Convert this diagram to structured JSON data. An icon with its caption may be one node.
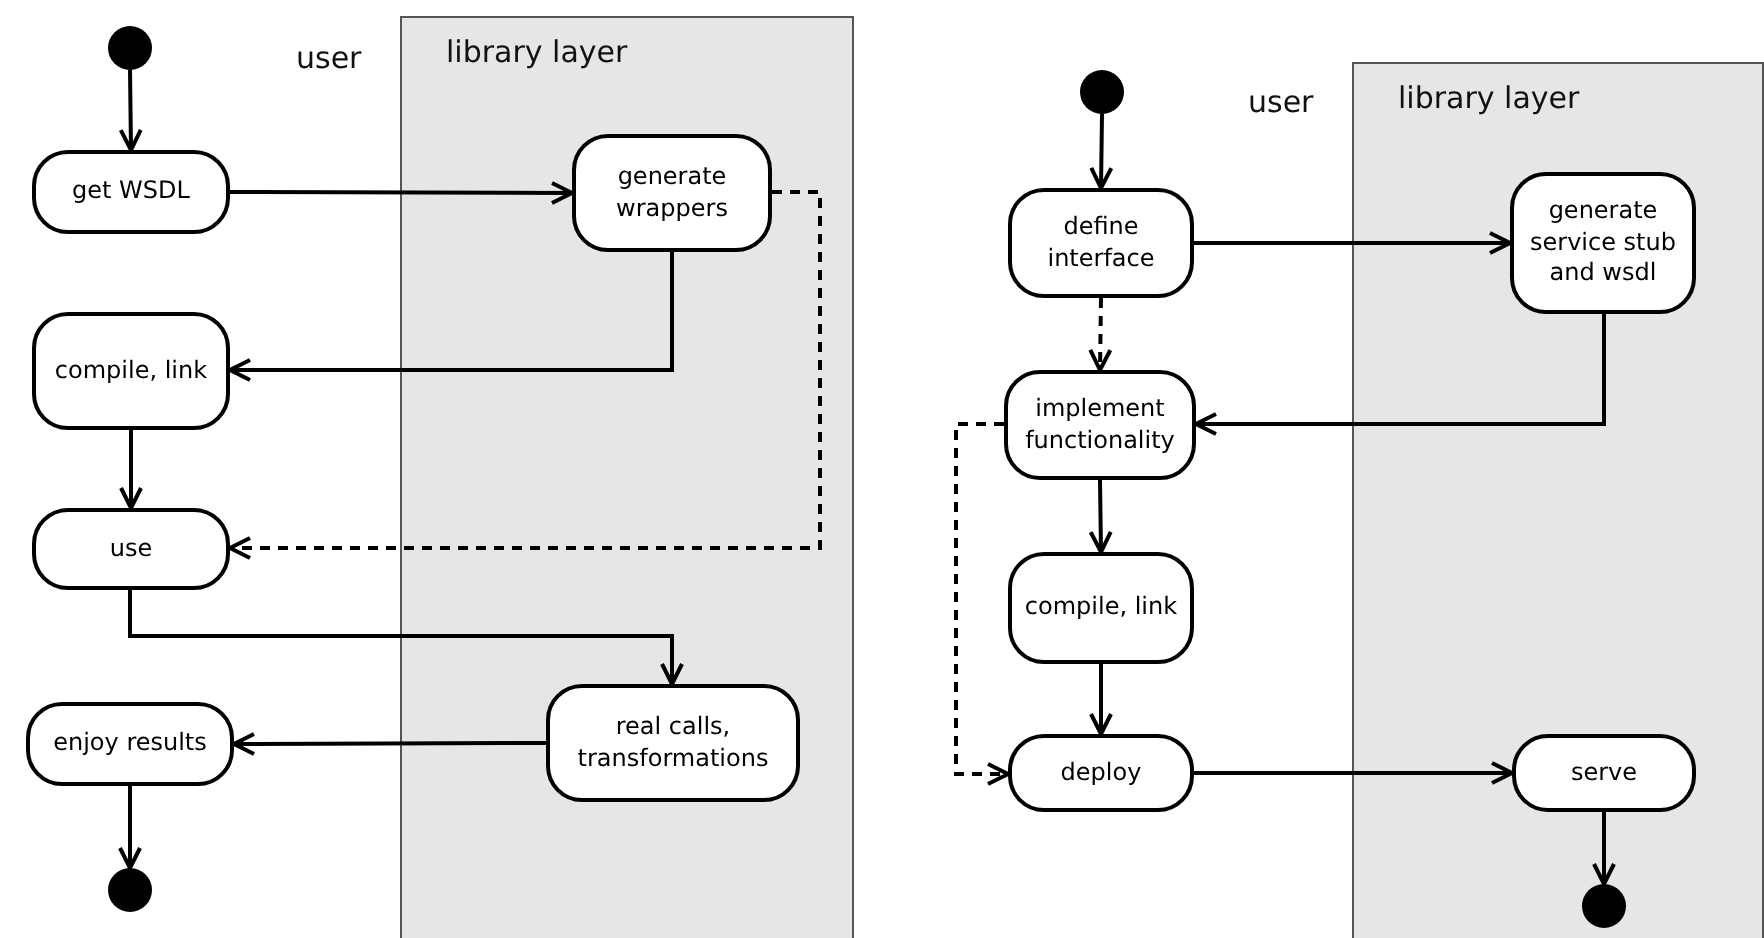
{
  "diagram": {
    "nodes": [
      {
        "text": [],
        "shape": "circle"
      },
      {
        "text": [
          "library layer"
        ]
      },
      {
        "text": [
          "get WSDL"
        ]
      },
      {
        "text": [
          "generate wrappers"
        ],
        "in": 1
      },
      {
        "text": [
          "compile, link"
        ]
      },
      {
        "text": [
          "use"
        ]
      },
      {
        "text": [
          "real calls, transformations"
        ],
        "in": 1
      },
      {
        "text": [
          "enjoy results"
        ]
      },
      {
        "text": [],
        "shape": "circle"
      },
      {
        "text": [],
        "shape": "circle"
      },
      {
        "text": [
          "library layer"
        ]
      },
      {
        "text": [
          "define interface"
        ]
      },
      {
        "text": [
          "generate service stub and wsdl"
        ],
        "in": 10
      },
      {
        "text": [
          "implement functionality"
        ]
      },
      {
        "text": [
          "compile, link"
        ]
      },
      {
        "text": [
          "deploy"
        ]
      },
      {
        "text": [
          "serve"
        ],
        "in": 10
      },
      {
        "text": [],
        "shape": "circle",
        "in": 10
      }
    ],
    "edges": [
      {
        "from": 0,
        "to": 2,
        "arrow": "to"
      },
      {
        "from": 2,
        "to": 3,
        "arrow": "to"
      },
      {
        "from": 3,
        "to": 4,
        "arrow": "to"
      },
      {
        "from": 4,
        "to": 5,
        "arrow": "to"
      },
      {
        "from": 3,
        "to": 5,
        "arrow": "to",
        "style": "dashed"
      },
      {
        "from": 5,
        "to": 6,
        "arrow": "to"
      },
      {
        "from": 6,
        "to": 7,
        "arrow": "to"
      },
      {
        "from": 7,
        "to": 8,
        "arrow": "to"
      },
      {
        "from": 9,
        "to": 11,
        "arrow": "to"
      },
      {
        "from": 11,
        "to": 12,
        "arrow": "to"
      },
      {
        "from": 11,
        "to": 13,
        "arrow": "to",
        "style": "dashed"
      },
      {
        "from": 12,
        "to": 13,
        "arrow": "to"
      },
      {
        "from": 13,
        "to": 14,
        "arrow": "to"
      },
      {
        "from": 13,
        "to": 15,
        "arrow": "to",
        "style": "dashed"
      },
      {
        "from": 14,
        "to": 15,
        "arrow": "to"
      },
      {
        "from": 15,
        "to": 16,
        "arrow": "to"
      },
      {
        "from": 16,
        "to": 17,
        "arrow": "to"
      }
    ],
    "labels": [
      "user",
      "user"
    ]
  }
}
